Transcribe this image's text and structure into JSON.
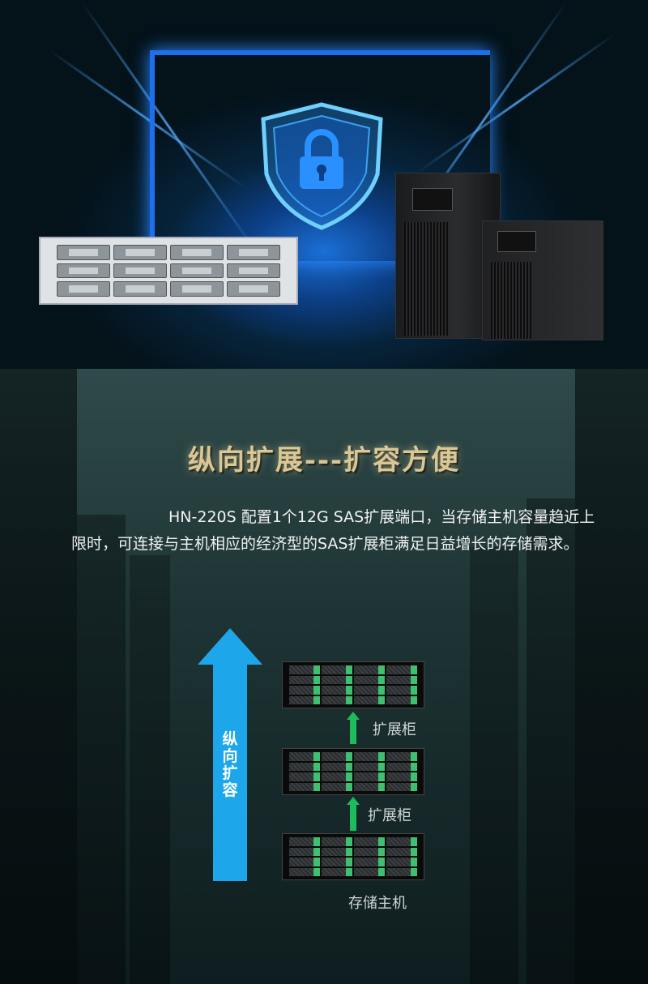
{
  "section": {
    "title": "纵向扩展---扩容方便",
    "description": "HN-220S 配置1个12G SAS扩展端口，当存储主机容量趋近上限时，可连接与主机相应的经济型的SAS扩展柜满足日益增长的存储需求。"
  },
  "diagram": {
    "arrow_label": "纵向扩容",
    "expansion_label_1": "扩展柜",
    "expansion_label_2": "扩展柜",
    "host_label": "存储主机"
  },
  "colors": {
    "accent_blue": "#1da6ea",
    "accent_green": "#1dbb5a",
    "title_gold": "#d9c896"
  }
}
